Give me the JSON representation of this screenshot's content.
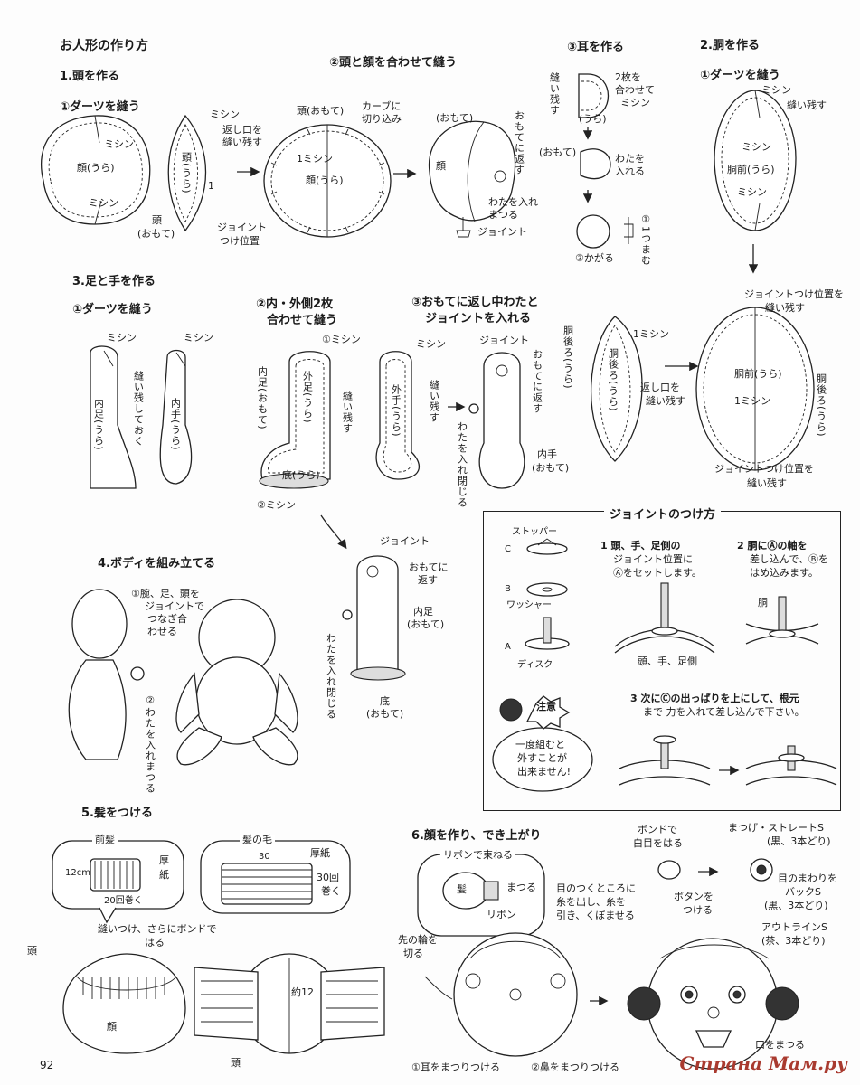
{
  "title": "お人形の作り方",
  "page_number": "92",
  "watermark": "Страна Мам.ру",
  "s1": {
    "title": "1.頭を作る",
    "step1": "①ダーツを縫う",
    "mishin1": "ミシン",
    "kao": "顔(うら)",
    "mishin2": "ミシン",
    "mishin_top": "ミシン",
    "kaeshi1": "返し口を",
    "kaeshi2": "縫い残す",
    "atama_v": "頭(うら)",
    "one": "1",
    "atama_omote": "頭",
    "omote_paren": "(おもて)",
    "joint1": "ジョイント",
    "joint2": "つけ位置"
  },
  "s2": {
    "title": "②頭と顔を合わせて縫う",
    "atama_omote": "頭(おもて)",
    "curve1": "カーブに",
    "curve2": "切り込み",
    "mishin": "1ミシン",
    "kao": "顔(うら)",
    "omote": "(おもて)",
    "kao2": "顔",
    "omote_kaesu": "おもてに返す",
    "wata1": "わたを入れ",
    "wata2": "まつる",
    "joint": "ジョイント"
  },
  "s3ear": {
    "title": "③耳を作る",
    "nui": "縫い残す",
    "two1": "2枚を",
    "two2": "合わせて",
    "two3": "ミシン",
    "ura": "(うら)",
    "omote": "(おもて)",
    "wata1": "わたを",
    "wata2": "入れる",
    "kagaru": "②かがる",
    "tsumamu": "①1つまむ"
  },
  "s4body": {
    "title": "2.胴を作る",
    "step1": "①ダーツを縫う",
    "mishin": "ミシン",
    "nui": "縫い残す",
    "mishin2": "ミシン",
    "domae": "胴前(うら)",
    "mishin3": "ミシン",
    "joint_top1": "ジョイントつけ位置を",
    "joint_top2": "縫い残す",
    "domae2": "胴前(うら)",
    "mishin4": "1ミシン",
    "ushiro": "胴後ろ(うら)",
    "joint_bot1": "ジョイントつけ位置を",
    "joint_bot2": "縫い残す",
    "dousiro_v": "胴後ろ(うら)",
    "mishin5": "1ミシン",
    "kaeshi1": "返し口を",
    "kaeshi2": "縫い残す"
  },
  "s3legs": {
    "title": "3.足と手を作る",
    "step1": "①ダーツを縫う",
    "mishin_a": "ミシン",
    "mishin_b": "ミシン",
    "nui_v": "縫い残しておく",
    "uchiashi_v": "内足(うら)",
    "uchite_v": "内手(うら)",
    "step2a": "②内・外側2枚",
    "step2b": "合わせて縫う",
    "mishin_c": "①ミシン",
    "uchiashi2_v": "内足(おもて)",
    "sotoashi_v": "外足(うら)",
    "nui2_v": "縫い残す",
    "soko": "底(うら)",
    "mishin_d": "②ミシン",
    "mishin_e": "ミシン",
    "sotote_v": "外手(うら)",
    "nui3_v": "縫い残す",
    "step3a": "③おもてに返し中わたと",
    "step3b": "ジョイントを入れる",
    "joint": "ジョイント",
    "omote_kaesu_v": "おもてに返す",
    "wata_v": "わたを入れ閉じる",
    "uchite1": "内手",
    "uchite2": "(おもて)"
  },
  "leg2": {
    "joint": "ジョイント",
    "omote1": "おもてに",
    "omote2": "返す",
    "uchiashi1": "内足",
    "uchiashi2": "(おもて)",
    "wata_v": "わたを入れ閉じる",
    "soko1": "底",
    "soko2": "(おもて)"
  },
  "s4assemble": {
    "title": "4.ボディを組み立てる",
    "n1a": "①腕、足、頭を",
    "n1b": "ジョイントで",
    "n1c": "つなぎ合",
    "n1d": "わせる",
    "n2_v": "②わたを入れまつる"
  },
  "joint_box": {
    "title": "ジョイントのつけ方",
    "stopper": "ストッパー",
    "washer": "ワッシャー",
    "disk": "ディスク",
    "c": "C",
    "b": "B",
    "a": "A",
    "step1a": "1 頭、手、足側の",
    "step1b": "ジョイント位置に",
    "step1c": "Ⓐをセットします。",
    "step1_lbl": "頭、手、足側",
    "step2a": "2 胴にⒶの軸を",
    "step2b": "差し込んで、Ⓑを",
    "step2c": "はめ込みます。",
    "step2_lbl": "胴",
    "step3a": "3 次にⒸの出っぱりを上にして、根元",
    "step3b": "まで 力を入れて差し込んで下さい。",
    "caution": "注意",
    "note1": "一度組むと",
    "note2": "外すことが",
    "note3": "出来ません!"
  },
  "s5": {
    "title": "5.髪をつける",
    "maegami": "前髪",
    "twelve": "12cm",
    "atsugami1": "厚",
    "atsugami2": "紙",
    "nijyu": "20回巻く",
    "kaminoke": "髪の毛",
    "thirty": "30",
    "atsugami3": "厚紙",
    "sanjyu1": "30回",
    "sanjyu2": "巻く",
    "nui1": "縫いつけ、さらにボンドで",
    "nui2": "はる",
    "atama": "頭",
    "kao": "顔",
    "yaku12": "約12",
    "atama2": "頭"
  },
  "s6": {
    "title": "6.顔を作り、でき上がり",
    "ribbon_tie": "リボンで束ねる",
    "kami": "髪",
    "matsuru": "まつる",
    "ribbon": "リボン",
    "saki1": "先の輪を",
    "saki2": "切る",
    "me1": "目のつくところに",
    "me2": "糸を出し、糸を",
    "me3": "引き、くぼませる",
    "bond1": "ボンドで",
    "bond2": "白目をはる",
    "button1": "ボタンを",
    "button2": "つける",
    "matsuge1": "まつげ・ストレートS",
    "matsuge2": "(黒、3本どり)",
    "menomawari1": "目のまわりを",
    "menomawari2": "バックS",
    "menomawari3": "(黒、3本どり)",
    "outline1": "アウトラインS",
    "outline2": "(茶、3本どり)",
    "mimi": "①耳をまつりつける",
    "hana": "②鼻をまつりつける",
    "kuchi": "口をまつる"
  }
}
